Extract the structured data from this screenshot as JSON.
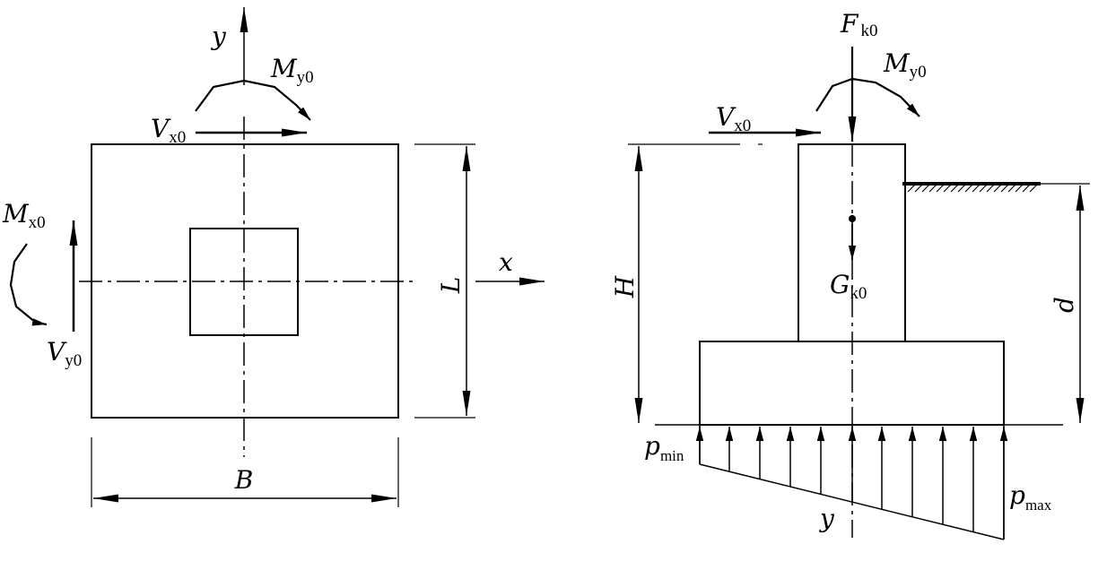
{
  "plan_view": {
    "axes": {
      "x": "x",
      "y": "y"
    },
    "dimensions": {
      "width": "B",
      "length": "L"
    },
    "moment_y": {
      "symbol": "M",
      "subscript": "y0"
    },
    "shear_x": {
      "symbol": "V",
      "subscript": "x0"
    },
    "moment_x": {
      "symbol": "M",
      "subscript": "x0"
    },
    "shear_y": {
      "symbol": "V",
      "subscript": "y0"
    }
  },
  "section_view": {
    "vertical_force": {
      "symbol": "F",
      "subscript": "k0"
    },
    "moment_y": {
      "symbol": "M",
      "subscript": "y0"
    },
    "shear_x": {
      "symbol": "V",
      "subscript": "x0"
    },
    "self_weight": {
      "symbol": "G",
      "subscript": "k0"
    },
    "height_dim": "H",
    "depth_dim": "d",
    "axis_y": "y",
    "pressure_min": {
      "symbol": "p",
      "subscript": "min"
    },
    "pressure_max": {
      "symbol": "p",
      "subscript": "max"
    }
  },
  "colors": {
    "stroke": "#000000",
    "background": "#ffffff"
  }
}
